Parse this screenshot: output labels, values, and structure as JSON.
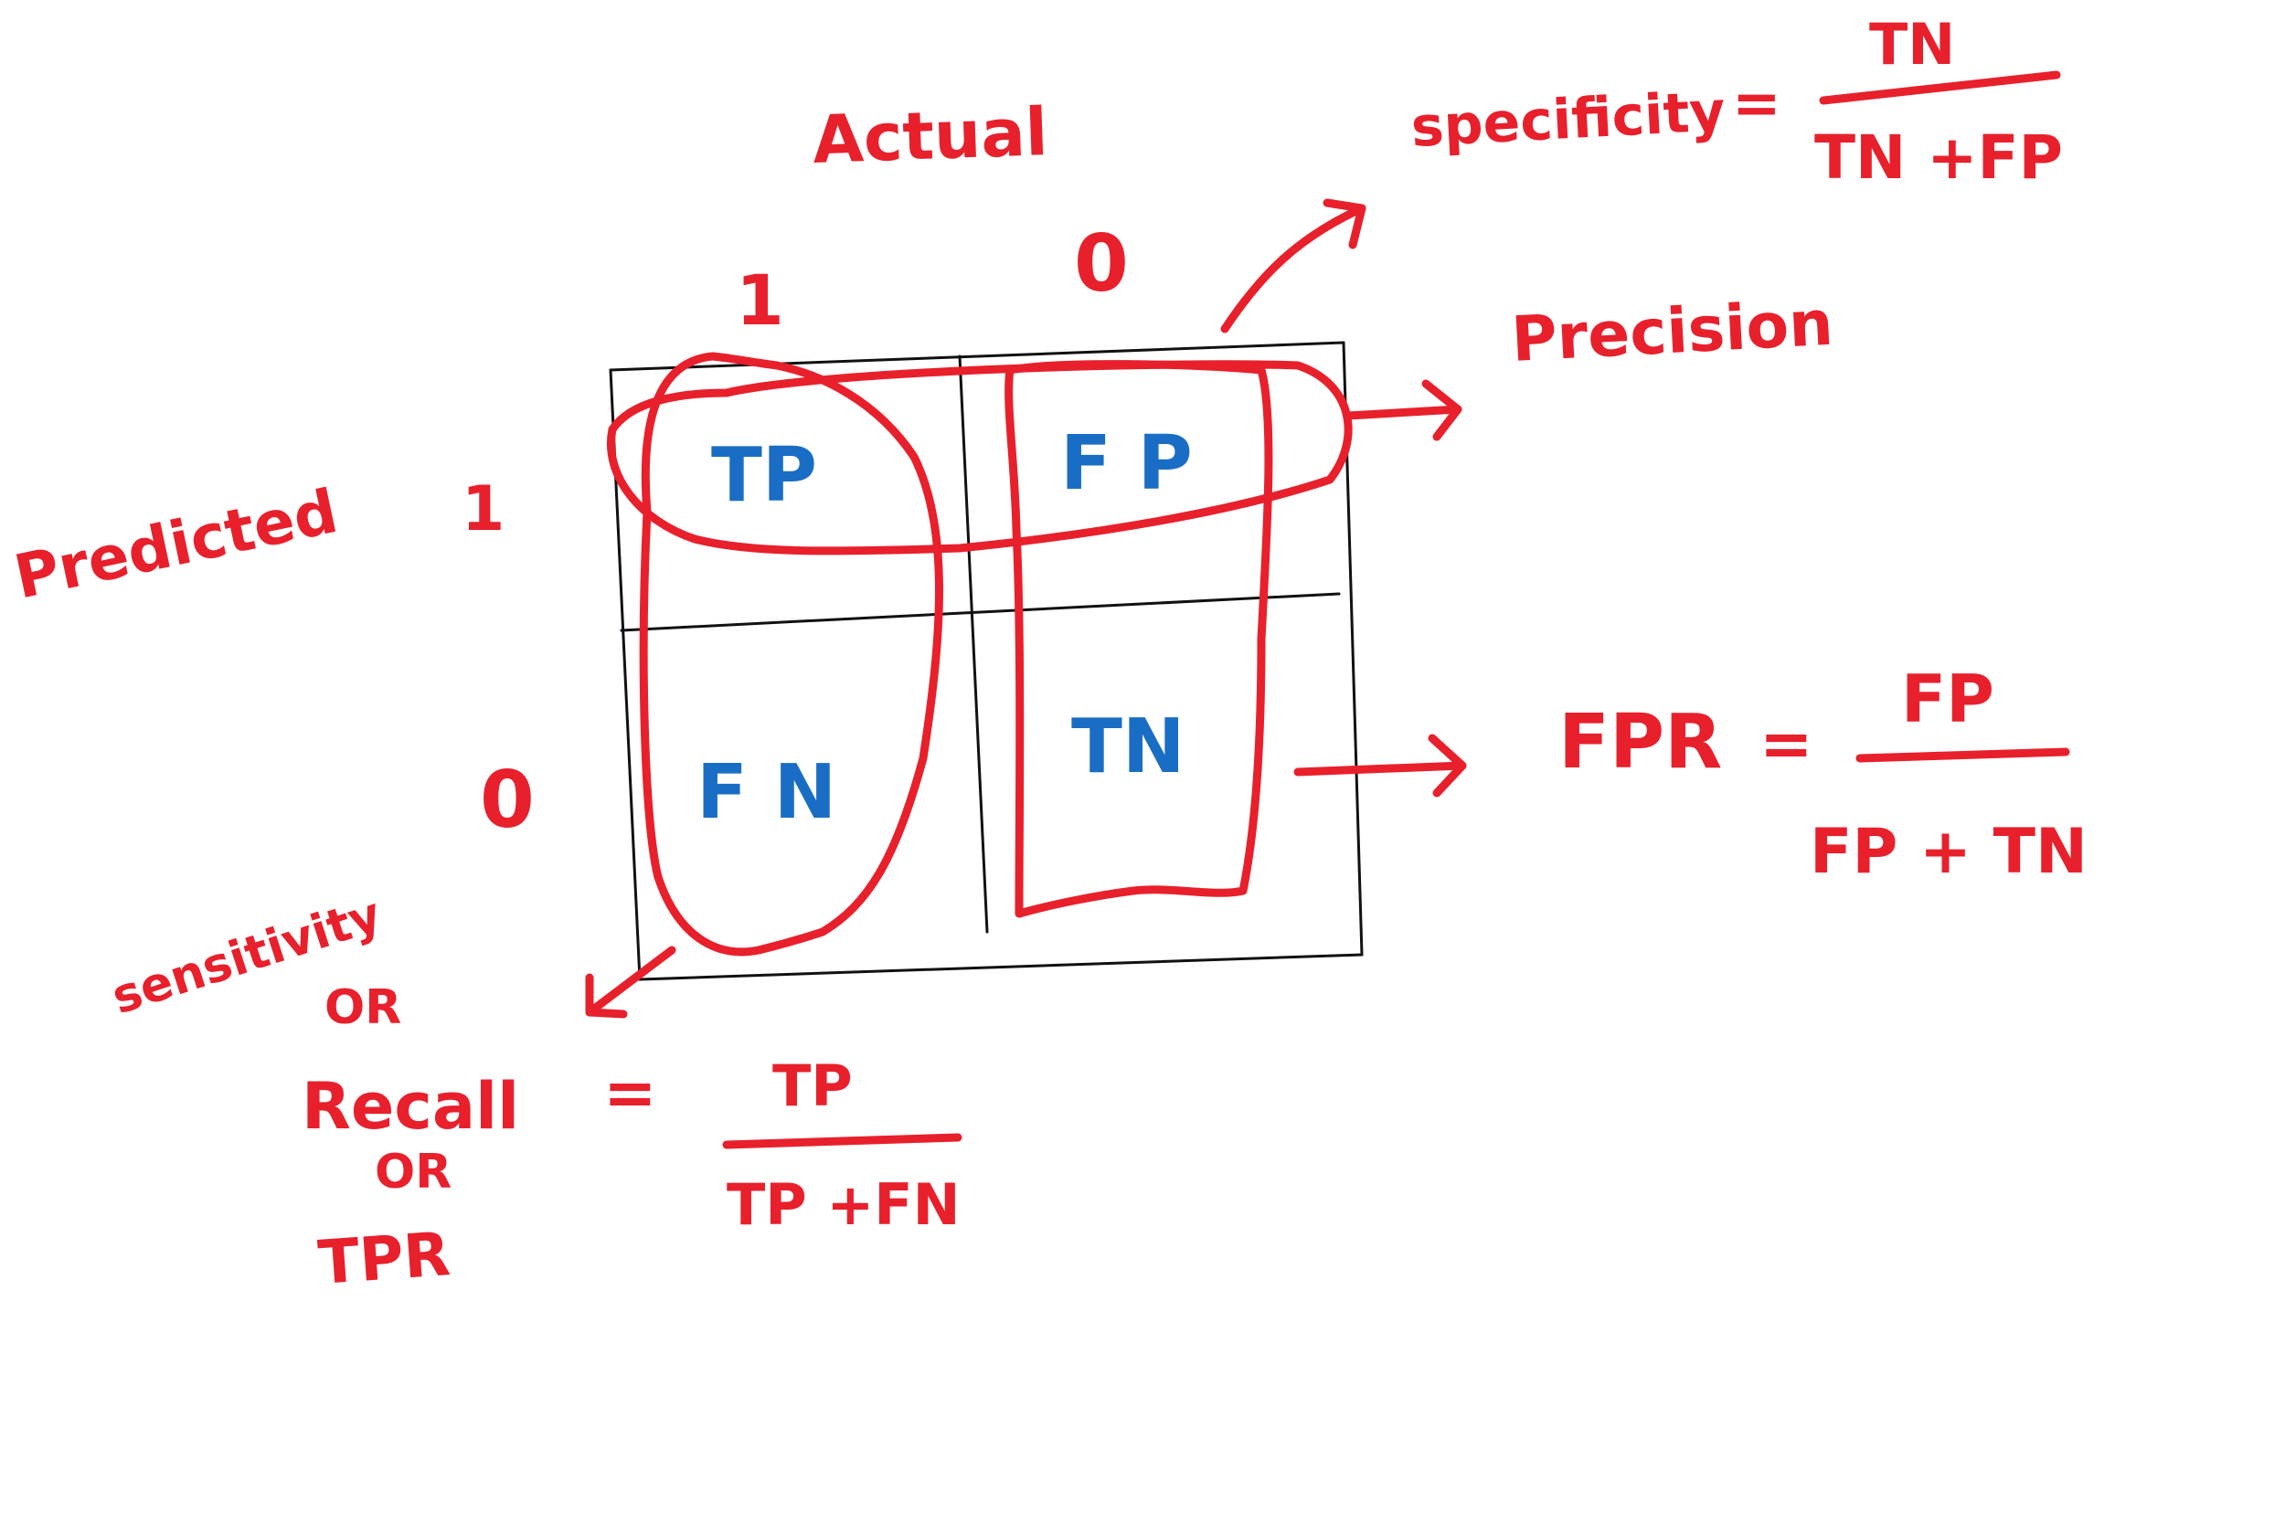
{
  "header": {
    "actual_label": "Actual",
    "predicted_label": "Predicted"
  },
  "axes": {
    "actual_1": "1",
    "actual_0": "0",
    "predicted_1": "1",
    "predicted_0": "0"
  },
  "cells": {
    "tp": "TP",
    "fp": "F P",
    "fn": "F N",
    "tn": "TN"
  },
  "specificity": {
    "label": "specificity",
    "equals": "=",
    "numerator": "TN",
    "denominator": "TN +FP"
  },
  "precision": {
    "label": "Precision"
  },
  "fpr": {
    "label": "FPR",
    "equals": "=",
    "numerator": "FP",
    "denominator": "FP + TN"
  },
  "recall": {
    "line1": "sensitivity",
    "line2": "OR",
    "line3": "Recall",
    "line4": "OR",
    "line5": "TPR",
    "equals": "=",
    "numerator": "TP",
    "denominator": "TP +FN"
  },
  "colors": {
    "ink_red": "#e8202c",
    "ink_blue": "#1a6dc4",
    "grid_black": "#111111",
    "background": "#ffffff"
  }
}
